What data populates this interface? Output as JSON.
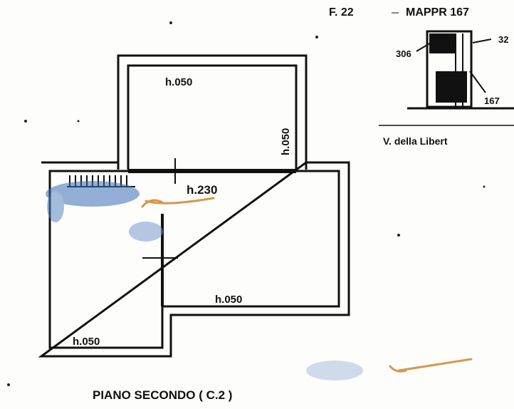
{
  "header": {
    "foglio": "F. 22",
    "mappale": "MAPPR 167"
  },
  "location_map": {
    "parcels": [
      "306",
      "32",
      "167"
    ],
    "street": "V. della Libert"
  },
  "plan": {
    "heights": {
      "upper_room": "h.050",
      "upper_room_side": "h.050",
      "main_room": "h.230",
      "lower_right": "h.050",
      "lower_left": "h.050"
    },
    "title": "PIANO SECONDO ( C.2 )"
  },
  "colors": {
    "ink": "#111111",
    "blue_stain": "#3d6fb6",
    "orange_mark": "#d9964c"
  }
}
